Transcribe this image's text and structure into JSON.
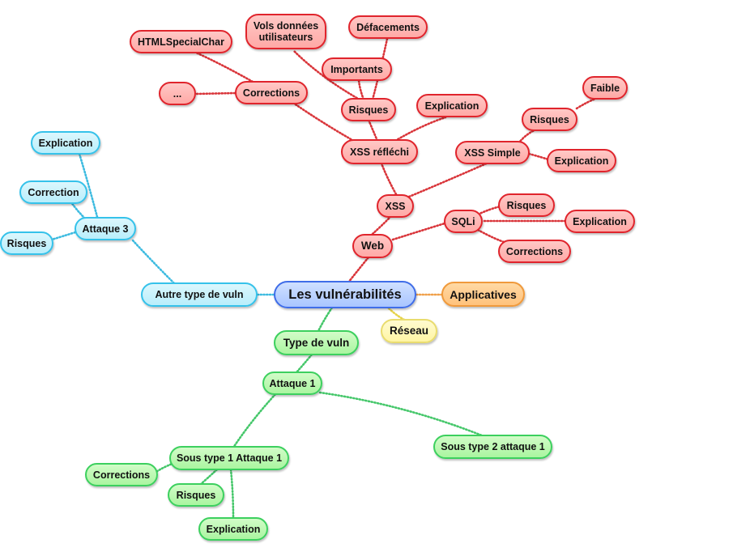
{
  "mindmap": {
    "root": "Les vulnérabilités",
    "applicatives": "Applicatives",
    "reseau": "Réseau",
    "web": {
      "label": "Web",
      "xss": {
        "label": "XSS",
        "reflechi": {
          "label": "XSS réfléchi",
          "explication": "Explication",
          "risques": {
            "label": "Risques",
            "importants": "Importants",
            "vols": "Vols données utilisateurs",
            "defacements": "Défacements"
          },
          "corrections": {
            "label": "Corrections",
            "htmlspecialchar": "HTMLSpecialChar",
            "ellipsis": "..."
          }
        },
        "simple": {
          "label": "XSS Simple",
          "risques": "Risques",
          "faible": "Faible",
          "explication": "Explication"
        }
      },
      "sqli": {
        "label": "SQLi",
        "risques": "Risques",
        "explication": "Explication",
        "corrections": "Corrections"
      }
    },
    "autre": {
      "label": "Autre type de vuln",
      "attaque3": {
        "label": "Attaque 3",
        "explication": "Explication",
        "correction": "Correction",
        "risques": "Risques"
      }
    },
    "type": {
      "label": "Type de vuln",
      "attaque1": {
        "label": "Attaque 1",
        "sous1": {
          "label": "Sous type 1 Attaque 1",
          "corrections": "Corrections",
          "risques": "Risques",
          "explication": "Explication"
        },
        "sous2": "Sous type 2 attaque 1"
      }
    }
  },
  "colors": {
    "red_branch": "#e0242c",
    "cyan_branch": "#35c2ea",
    "green_branch": "#3cd05e",
    "orange_branch": "#f09a3c",
    "yellow_branch": "#e9dc6e",
    "root": "#3f6de8"
  }
}
